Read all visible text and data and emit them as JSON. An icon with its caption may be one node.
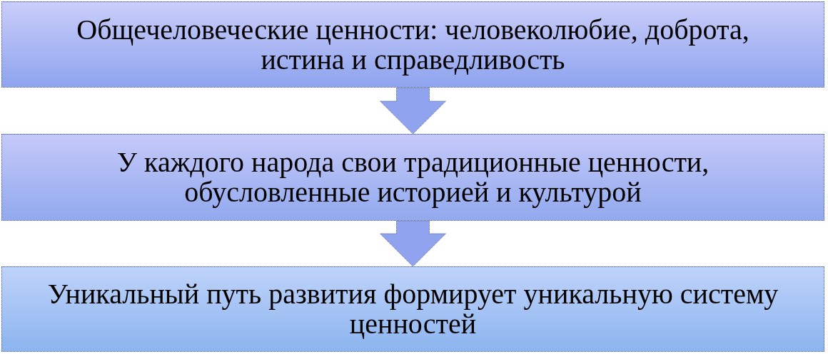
{
  "diagram": {
    "nodes": [
      {
        "text": [
          "Общечеловеческие ценности: человеколюбие, доброта, истина и справедливость"
        ]
      },
      {
        "text": [
          "У каждого народа свои традиционные ценности, обусловленные историей и культурой"
        ]
      },
      {
        "text": [
          "Уникальный путь развития формирует уникальную систему ценностей"
        ]
      }
    ],
    "edges": [
      {
        "from": 0,
        "to": 1,
        "arrow": "to"
      },
      {
        "from": 1,
        "to": 2,
        "arrow": "to"
      }
    ]
  }
}
